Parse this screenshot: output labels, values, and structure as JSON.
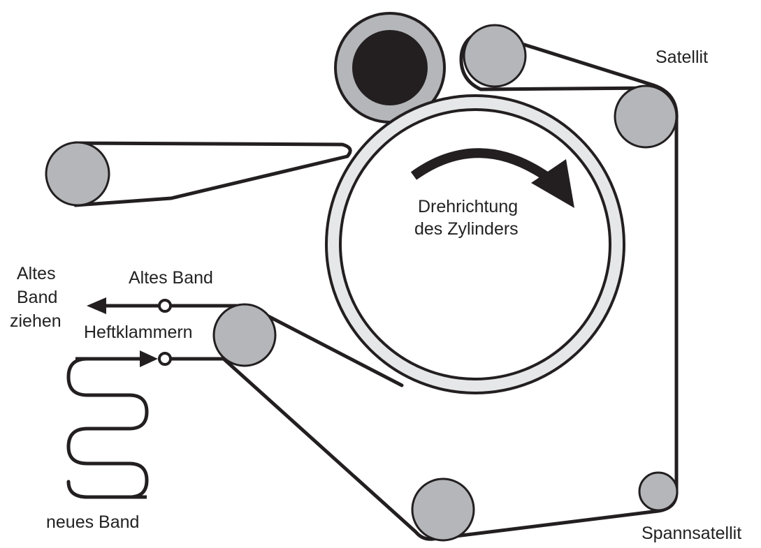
{
  "colors": {
    "belt": "#231f20",
    "roller_fill": "#b4b6b9",
    "roller_stroke": "#231f20",
    "hub": "#231f20",
    "cylinder_ring": "#e6e7e8",
    "background": "#ffffff"
  },
  "labels": {
    "satellit": "Satellit",
    "spannsatellit": "Spannsatellit",
    "drehrichtung_line1": "Drehrichtung",
    "drehrichtung_line2": "des Zylinders",
    "altes_band_top": "Altes Band",
    "pull_line1": "Altes",
    "pull_line2": "Band",
    "pull_line3": "ziehen",
    "heftklammern": "Heftklammern",
    "neues_band": "neues Band"
  }
}
